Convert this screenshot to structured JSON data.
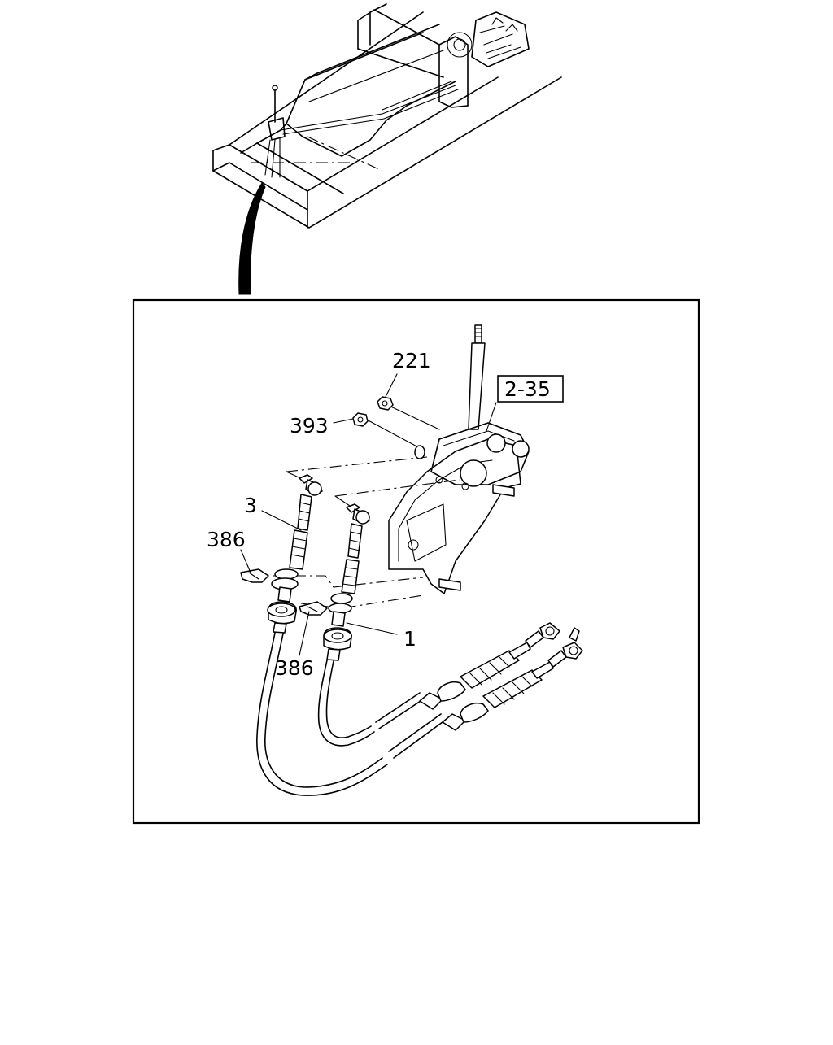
{
  "diagram": {
    "callouts": {
      "c221": "221",
      "c393": "393",
      "c3": "3",
      "c386_upper": "386",
      "c386_lower": "386",
      "c1": "1"
    },
    "reference_box": "2-35"
  }
}
